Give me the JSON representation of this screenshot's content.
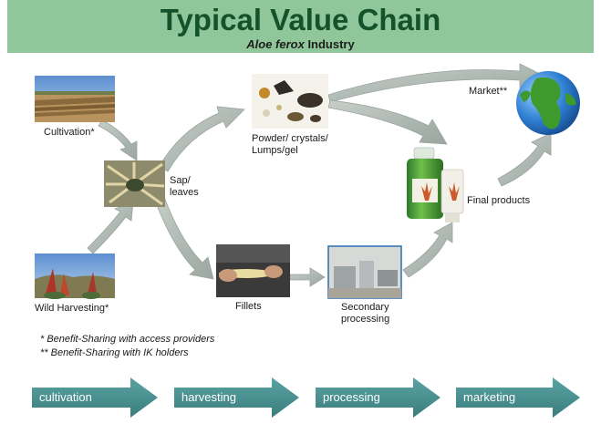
{
  "header": {
    "title": "Typical Value Chain",
    "subtitle_italic": "Aloe ferox",
    "subtitle_rest": " Industry"
  },
  "nodes": {
    "cultivation": "Cultivation*",
    "wild_harvesting": "Wild Harvesting*",
    "sap_line1": "Sap/",
    "sap_line2": "leaves",
    "powder_line1": "Powder/ crystals/",
    "powder_line2": "Lumps/gel",
    "fillets": "Fillets",
    "secondary_line1": "Secondary",
    "secondary_line2": "processing",
    "final_products": "Final products",
    "market": "Market**"
  },
  "notes": {
    "note1": "*  Benefit-Sharing with access providers",
    "note2": "** Benefit-Sharing with IK holders"
  },
  "stages": [
    "cultivation",
    "harvesting",
    "processing",
    "marketing"
  ],
  "colors": {
    "header_bg": "#8fc79a",
    "title": "#14532a",
    "flow_arrow": "#aab5ae",
    "stage_arrow": "#4a8f8f"
  }
}
